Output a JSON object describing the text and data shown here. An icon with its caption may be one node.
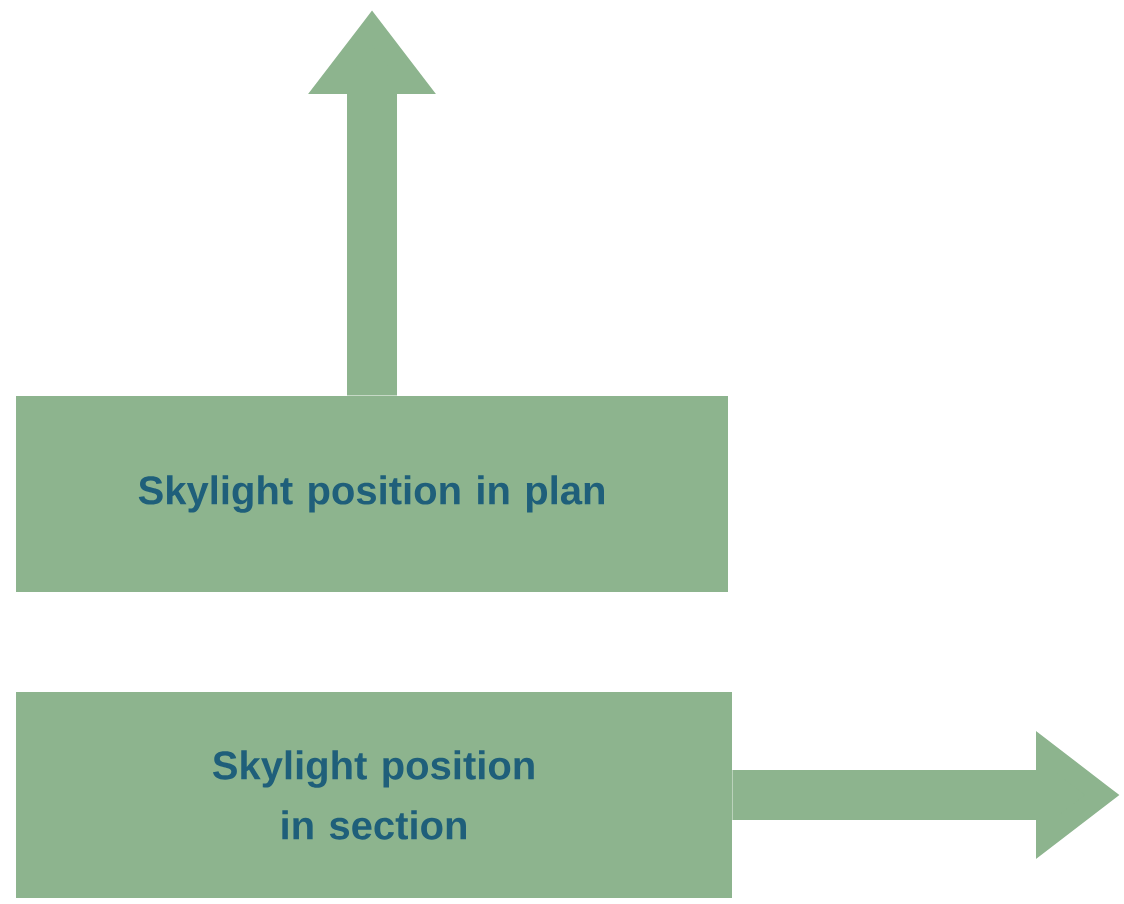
{
  "diagram": {
    "nodes": [
      {
        "text": [
          "Skylight position in plan"
        ]
      },
      {
        "text": [
          "Skylight position in section"
        ]
      }
    ],
    "edges": [
      {
        "from": 0,
        "to": null,
        "arrow": "to"
      },
      {
        "from": 1,
        "to": null,
        "arrow": "to"
      }
    ]
  }
}
